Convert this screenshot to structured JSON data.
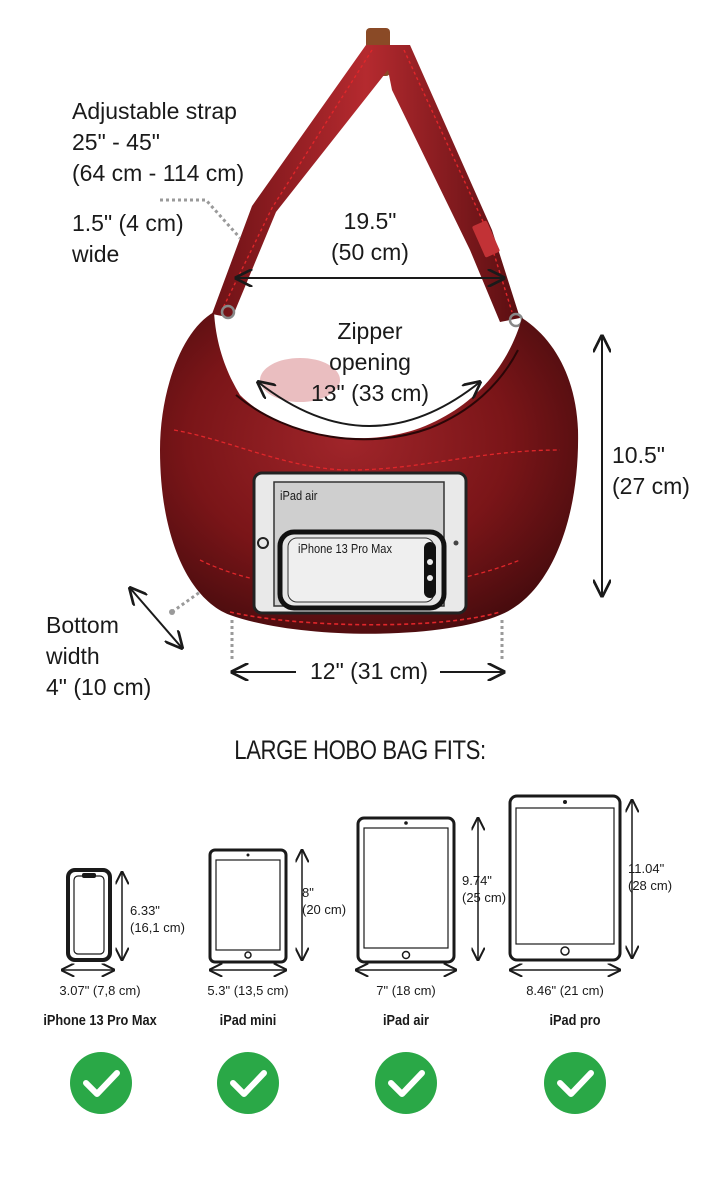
{
  "callouts": {
    "strap": [
      "Adjustable strap",
      "25\" - 45\"",
      "(64 cm - 114 cm)"
    ],
    "strap_width": [
      "1.5\" (4 cm)",
      "wide"
    ],
    "strap_span": [
      "19.5\"",
      "(50 cm)"
    ],
    "zipper": [
      "Zipper",
      "opening",
      "13\" (33 cm)"
    ],
    "height": [
      "10.5\"",
      "(27 cm)"
    ],
    "bottom": [
      "Bottom",
      "width",
      "4\" (10 cm)"
    ],
    "width": "12\" (31 cm)"
  },
  "overlay_labels": {
    "ipad_air": "iPad air",
    "iphone": "iPhone 13 Pro Max"
  },
  "heading": "LARGE HOBO BAG FITS:",
  "devices": [
    {
      "name": "iPhone 13 Pro Max",
      "width_label": "3.07\" (7,8 cm)",
      "height_label": [
        "6.33\"",
        "(16,1 cm)"
      ]
    },
    {
      "name": "iPad mini",
      "width_label": "5.3\" (13,5 cm)",
      "height_label": [
        "8\"",
        "(20 cm)"
      ]
    },
    {
      "name": "iPad air",
      "width_label": "7\" (18 cm)",
      "height_label": [
        "9.74\"",
        "(25 cm)"
      ]
    },
    {
      "name": "iPad pro",
      "width_label": "8.46\" (21 cm)",
      "height_label": [
        "11.04\"",
        "(28 cm)"
      ]
    }
  ],
  "colors": {
    "bag": "#7a1518",
    "bag_dark": "#3e0a0c",
    "stitch": "#e0262a",
    "check": "#2aa847",
    "ink": "#1a1a1a"
  },
  "icons": {
    "fit": "check-circle-icon",
    "device": "tablet-outline-icon",
    "phone": "phone-outline-icon"
  }
}
